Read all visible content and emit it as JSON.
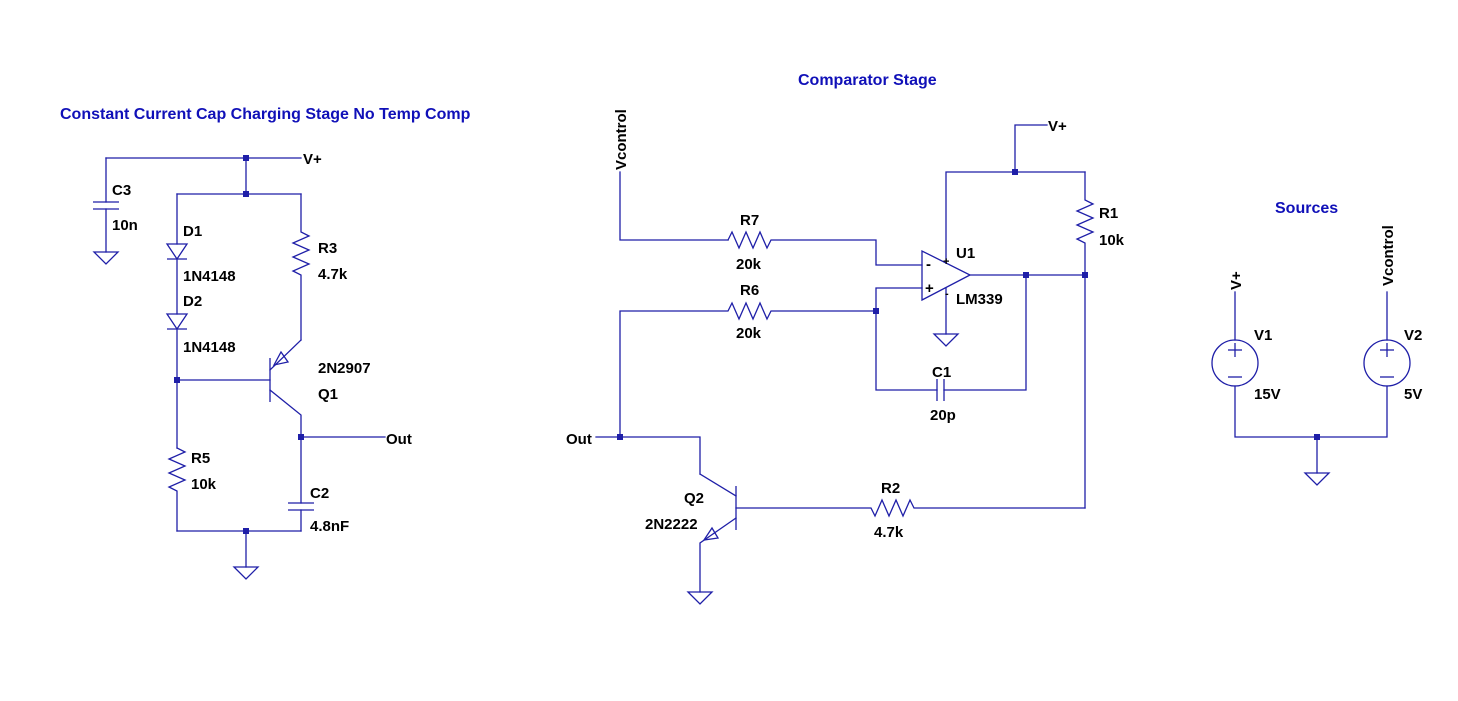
{
  "titles": {
    "charging": "Constant Current Cap Charging Stage No Temp Comp",
    "comparator": "Comparator Stage",
    "sources": "Sources"
  },
  "nets": {
    "vplus": "V+",
    "vcontrol": "Vcontrol",
    "out": "Out"
  },
  "components": {
    "C3": {
      "ref": "C3",
      "value": "10n"
    },
    "D1": {
      "ref": "D1",
      "value": "1N4148"
    },
    "D2": {
      "ref": "D2",
      "value": "1N4148"
    },
    "R3": {
      "ref": "R3",
      "value": "4.7k"
    },
    "Q1": {
      "ref": "Q1",
      "value": "2N2907"
    },
    "R5": {
      "ref": "R5",
      "value": "10k"
    },
    "C2": {
      "ref": "C2",
      "value": "4.8nF"
    },
    "R7": {
      "ref": "R7",
      "value": "20k"
    },
    "R6": {
      "ref": "R6",
      "value": "20k"
    },
    "U1": {
      "ref": "U1",
      "value": "LM339"
    },
    "R1": {
      "ref": "R1",
      "value": "10k"
    },
    "C1": {
      "ref": "C1",
      "value": "20p"
    },
    "Q2": {
      "ref": "Q2",
      "value": "2N2222"
    },
    "R2": {
      "ref": "R2",
      "value": "4.7k"
    },
    "V1": {
      "ref": "V1",
      "value": "15V"
    },
    "V2": {
      "ref": "V2",
      "value": "5V"
    }
  },
  "opamp_pins": {
    "plus": "+",
    "minus": "-"
  }
}
